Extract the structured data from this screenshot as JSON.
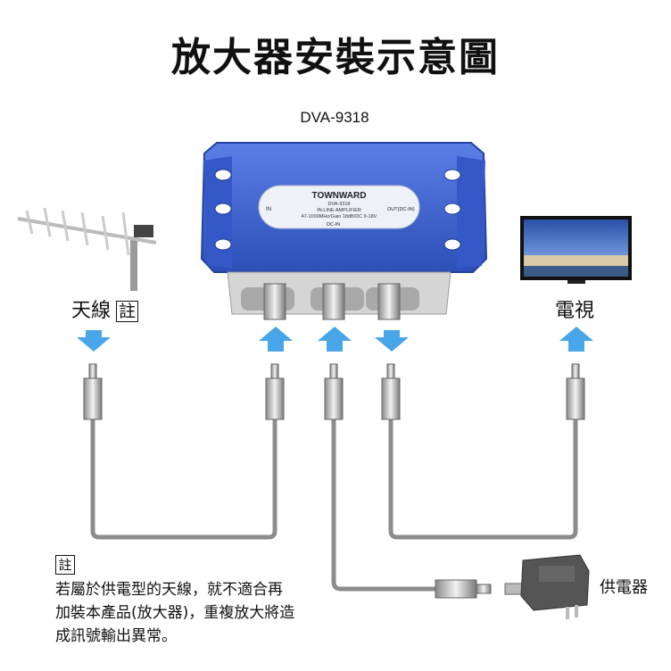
{
  "title": "放大器安裝示意圖",
  "model": "DVA-9318",
  "device": {
    "brand": "TOWNWARD",
    "line1": "DVA-9318",
    "line2": "IN-LINE AMPLIFIER",
    "line3": "47-1000MHz/Gain 18dB/DC 9-18V",
    "port_in": "IN",
    "port_out": "OUT(DC-IN)",
    "port_dc": "DC-IN"
  },
  "labels": {
    "antenna": "天線",
    "note_tag": "註",
    "tv": "電視",
    "power_supply": "供電器"
  },
  "note": {
    "tag": "註",
    "text": "若屬於供電型的天線，就不適合再加裝本產品(放大器)，重複放大將造成訊號輸出異常。"
  },
  "colors": {
    "device_blue": "#3d63d3",
    "arrow_blue": "#48a6e8",
    "cable_gray": "#8c8c8c"
  }
}
